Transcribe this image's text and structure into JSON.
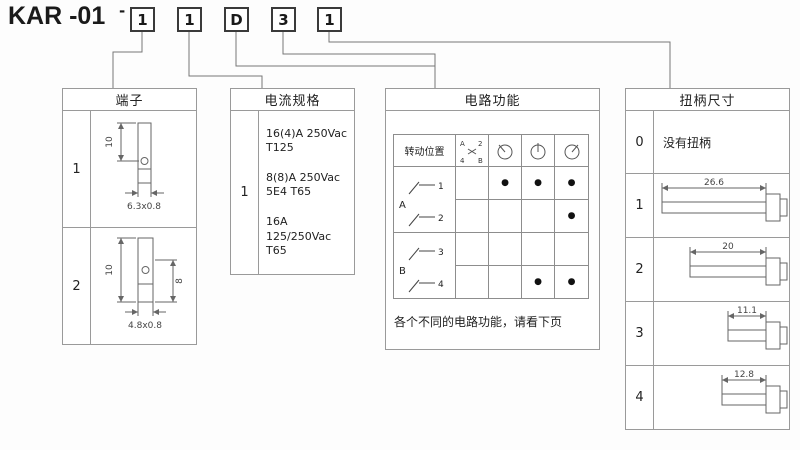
{
  "code": {
    "prefix": "KAR -01",
    "dash": "-",
    "boxes": [
      "1",
      "1",
      "D",
      "3",
      "1"
    ]
  },
  "terminals": {
    "title": "端子",
    "rows": [
      {
        "id": "1",
        "dim_height": "10",
        "dim_width": "6.3x0.8"
      },
      {
        "id": "2",
        "dim_height": "10",
        "dim_side": "8",
        "dim_width": "4.8x0.8"
      }
    ]
  },
  "current": {
    "title": "电流规格",
    "id": "1",
    "specs": [
      {
        "line1": "16(4)A 250Vac",
        "line2": "T125"
      },
      {
        "line1": "8(8)A 250Vac",
        "line2": "5E4 T65"
      },
      {
        "line1": "16A 125/250Vac",
        "line2": "T65"
      }
    ]
  },
  "circuit": {
    "title": "电路功能",
    "corner_label": "转动位置",
    "position_labels": [
      "A",
      "2",
      "4",
      "B"
    ],
    "icons": [
      "position-map",
      "knob-position-1",
      "knob-position-2",
      "knob-position-3"
    ],
    "groups": [
      {
        "name": "A",
        "contacts": [
          "1",
          "2"
        ]
      },
      {
        "name": "B",
        "contacts": [
          "3",
          "4"
        ]
      }
    ],
    "dots": [
      [
        "",
        "●",
        "●",
        "●"
      ],
      [
        "",
        "",
        "",
        "●"
      ],
      [
        "",
        "",
        "",
        ""
      ],
      [
        "",
        "",
        "●",
        "●"
      ]
    ],
    "note": "各个不同的电路功能，请看下页"
  },
  "handle": {
    "title": "扭柄尺寸",
    "rows": [
      {
        "id": "0",
        "label": "没有扭柄"
      },
      {
        "id": "1",
        "dim": "26.6"
      },
      {
        "id": "2",
        "dim": "20"
      },
      {
        "id": "3",
        "dim": "11.1"
      },
      {
        "id": "4",
        "dim": "12.8"
      }
    ]
  }
}
